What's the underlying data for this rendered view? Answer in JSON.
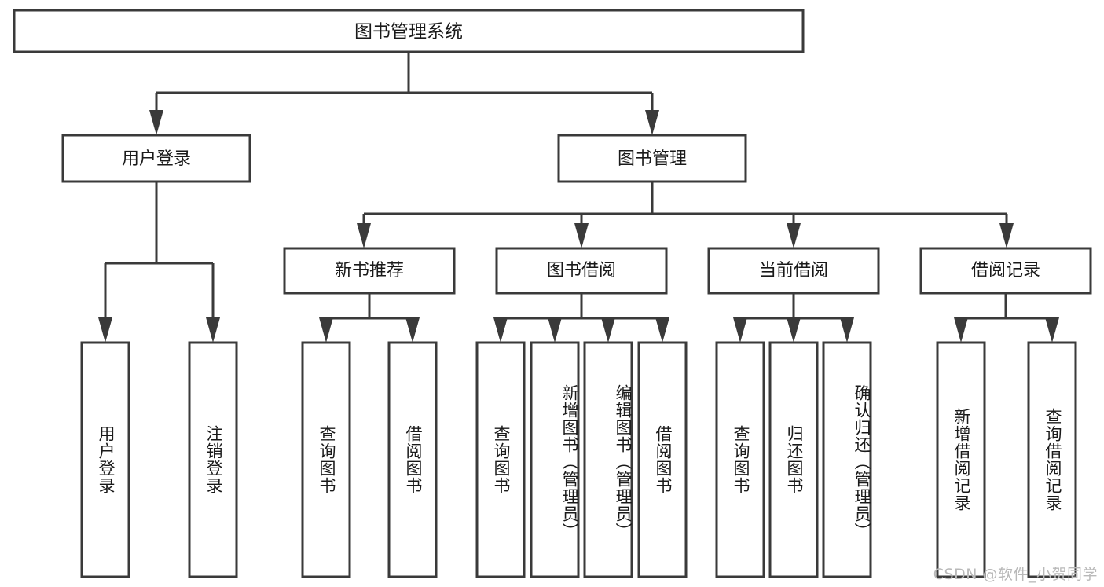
{
  "diagram": {
    "type": "tree",
    "orientation": "top-down",
    "root": {
      "id": "root",
      "label": "图书管理系统"
    },
    "level2": [
      {
        "id": "user-login",
        "label": "用户登录"
      },
      {
        "id": "book-management",
        "label": "图书管理"
      }
    ],
    "level3": [
      {
        "id": "new-book-recommend",
        "label": "新书推荐",
        "parent": "book-management"
      },
      {
        "id": "book-borrow",
        "label": "图书借阅",
        "parent": "book-management"
      },
      {
        "id": "current-borrow",
        "label": "当前借阅",
        "parent": "book-management"
      },
      {
        "id": "borrow-record",
        "label": "借阅记录",
        "parent": "book-management"
      }
    ],
    "leaves": {
      "user-login": [
        {
          "id": "leaf-user-login",
          "label": "用户登录"
        },
        {
          "id": "leaf-user-logout",
          "label": "注销登录"
        }
      ],
      "new-book-recommend": [
        {
          "id": "leaf-query-book-1",
          "label": "查询图书"
        },
        {
          "id": "leaf-borrow-book-1",
          "label": "借阅图书"
        }
      ],
      "book-borrow": [
        {
          "id": "leaf-query-book-2",
          "label": "查询图书"
        },
        {
          "id": "leaf-add-book",
          "label": "新增图书（管理员）"
        },
        {
          "id": "leaf-edit-book",
          "label": "编辑图书（管理员）"
        },
        {
          "id": "leaf-borrow-book-2",
          "label": "借阅图书"
        }
      ],
      "current-borrow": [
        {
          "id": "leaf-query-book-3",
          "label": "查询图书"
        },
        {
          "id": "leaf-return-book",
          "label": "归还图书"
        },
        {
          "id": "leaf-confirm-return",
          "label": "确认归还（管理员）"
        }
      ],
      "borrow-record": [
        {
          "id": "leaf-add-record",
          "label": "新增借阅记录"
        },
        {
          "id": "leaf-query-record",
          "label": "查询借阅记录"
        }
      ]
    }
  },
  "watermark": {
    "text": "CSDN @软件_小贺同学"
  },
  "colors": {
    "box_stroke": "#3a3a3a",
    "box_fill": "#ffffff",
    "text": "#1a1a1a",
    "watermark": "#b9b9b9",
    "background": "#ffffff"
  }
}
